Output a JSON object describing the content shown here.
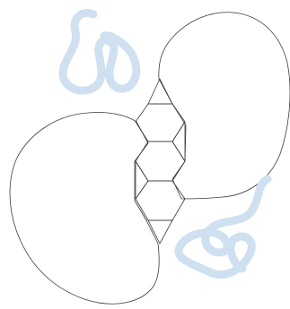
{
  "colors": {
    "background": "#ffffff",
    "region_fill": "#cfe0f0",
    "triangle_fill": "#f4c4c4",
    "outline": "#3a3a3a",
    "scribble": "#cfe0f0"
  },
  "diagram": {
    "regions": [
      {
        "name": "upper-right-blob"
      },
      {
        "name": "lower-left-blob"
      }
    ],
    "hexagon_count": 3,
    "triangle_count": 4,
    "scribble_count": 2
  }
}
